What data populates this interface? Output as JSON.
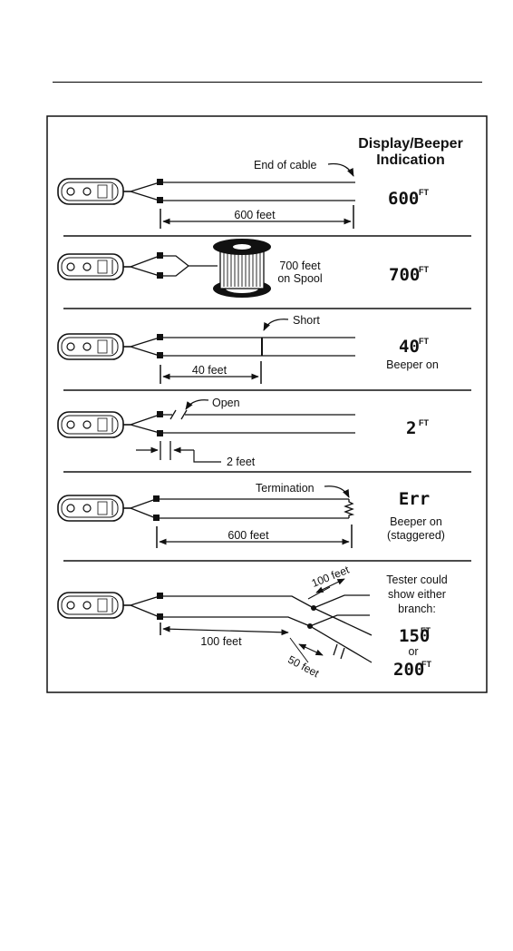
{
  "header": {
    "title_line1": "Display/Beeper",
    "title_line2": "Indication"
  },
  "rows": [
    {
      "id": "end-of-cable",
      "callout": "End of cable",
      "dimension": "600 feet",
      "display": "600",
      "unit": "FT",
      "note": ""
    },
    {
      "id": "spool",
      "callout_line1": "700 feet",
      "callout_line2": "on Spool",
      "display": "700",
      "unit": "FT"
    },
    {
      "id": "short",
      "callout": "Short",
      "dimension": "40 feet",
      "display": "40",
      "unit": "FT",
      "note": "Beeper on"
    },
    {
      "id": "open",
      "callout": "Open",
      "dimension": "2 feet",
      "display": "2",
      "unit": "FT"
    },
    {
      "id": "termination",
      "callout": "Termination",
      "dimension": "600 feet",
      "display": "Err",
      "note_line1": "Beeper on",
      "note_line2": "(staggered)"
    },
    {
      "id": "branch",
      "dimension_main": "100 feet",
      "dimension_branch_upper": "100 feet",
      "dimension_branch_lower": "50 feet",
      "note_line1": "Tester could",
      "note_line2": "show either",
      "note_line3": "branch:",
      "display_a": "150",
      "unit_a": "FT",
      "or_text": "or",
      "display_b": "200",
      "unit_b": "FT"
    }
  ]
}
